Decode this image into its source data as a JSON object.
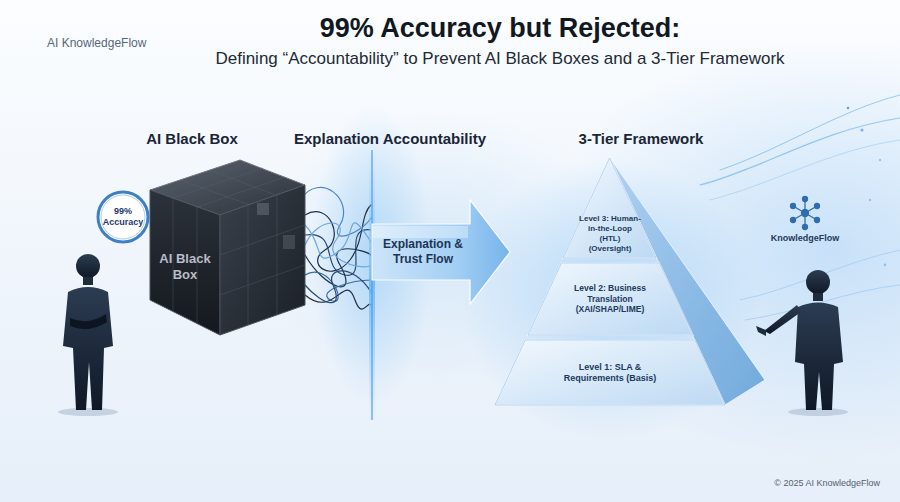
{
  "diagram": {
    "title": "99% Accuracy but Rejected:",
    "nodes": [
      {
        "text": [
          "AI Black Box"
        ]
      },
      {
        "text": [
          "99% Accuracy"
        ]
      },
      {
        "text": [
          "Explanation & Trust Flow"
        ]
      },
      {
        "text": [
          "Level 3: Human-in-the-Loop (HTL) (Oversight)"
        ]
      },
      {
        "text": [
          "Level 2: Business Translation (XAI/SHAP/LIME)"
        ]
      },
      {
        "text": [
          "Level 1: SLA & Requirements (Basis)"
        ]
      }
    ],
    "labels": [
      "AI KnowledgeFlow",
      "Defining “Accountability” to Prevent AI Black Boxes and a 3-Tier Framework",
      "AI Black Box",
      "Explanation Accountability",
      "3-Tier Framework",
      "KnowledgeFlow",
      "© 2025 AI KnowledgeFlow"
    ]
  }
}
